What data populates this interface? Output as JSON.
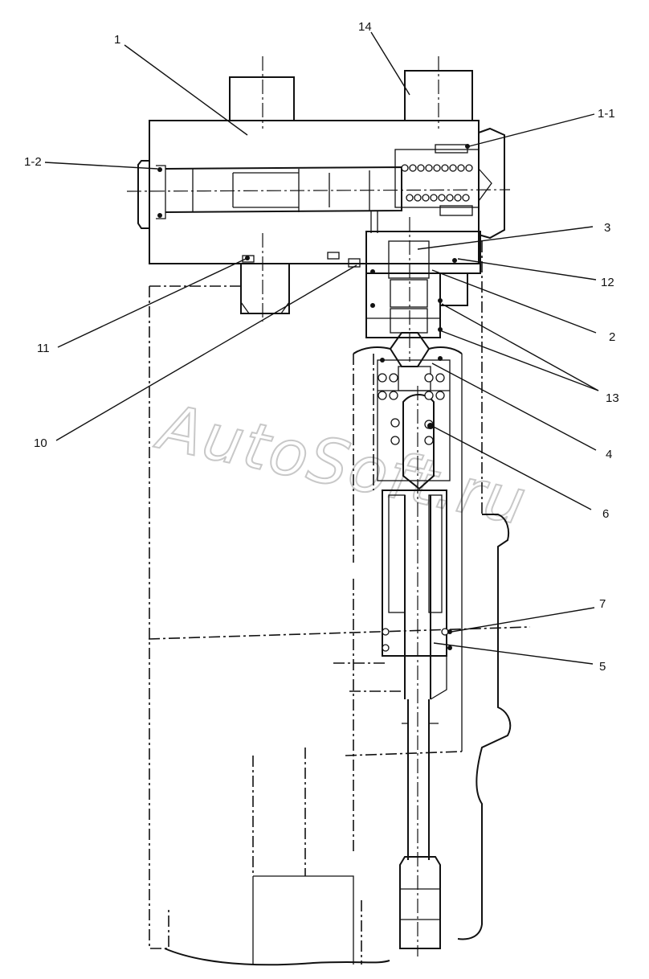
{
  "watermark": "AutoSoft.ru",
  "labels": [
    {
      "id": "1",
      "text": "1"
    },
    {
      "id": "14",
      "text": "14"
    },
    {
      "id": "1-1",
      "text": "1-1"
    },
    {
      "id": "1-2",
      "text": "1-2"
    },
    {
      "id": "3",
      "text": "3"
    },
    {
      "id": "12",
      "text": "12"
    },
    {
      "id": "2",
      "text": "2"
    },
    {
      "id": "11",
      "text": "11"
    },
    {
      "id": "13",
      "text": "13"
    },
    {
      "id": "10",
      "text": "10"
    },
    {
      "id": "4",
      "text": "4"
    },
    {
      "id": "6",
      "text": "6"
    },
    {
      "id": "7",
      "text": "7"
    },
    {
      "id": "5",
      "text": "5"
    }
  ]
}
